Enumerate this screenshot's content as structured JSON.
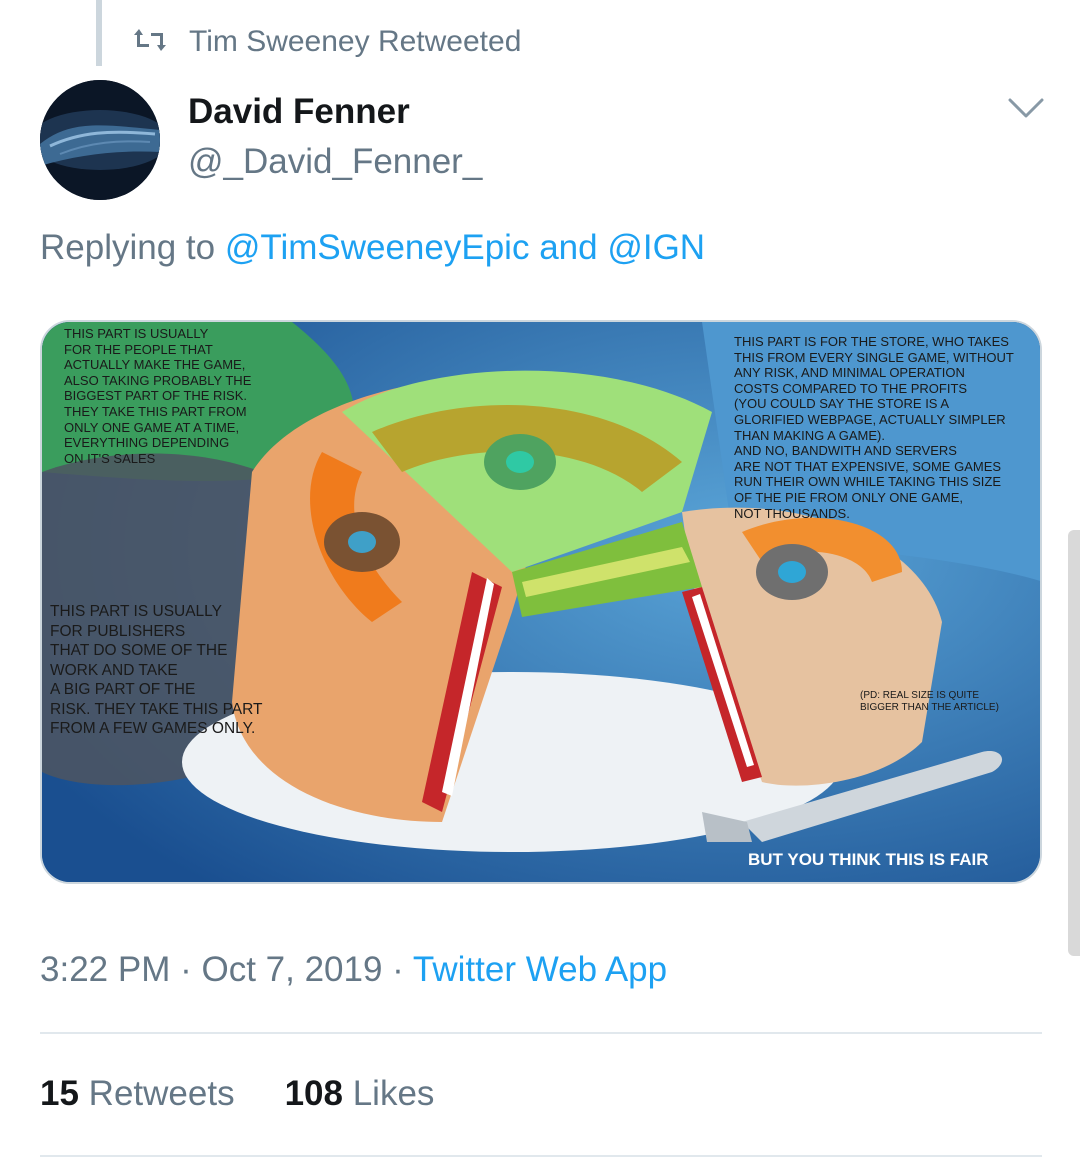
{
  "retweet_banner": {
    "text": "Tim Sweeney Retweeted",
    "icon": "retweet-icon"
  },
  "author": {
    "name": "David Fenner",
    "handle": "@_David_Fenner_",
    "avatar_icon": "avatar"
  },
  "reply_line": {
    "prefix": "Replying to",
    "mention1": "@TimSweeneyEpic",
    "joiner": "and",
    "mention2": "@IGN"
  },
  "media": {
    "text_developers": "THIS PART IS USUALLY\nFOR THE PEOPLE THAT\nACTUALLY MAKE THE GAME,\nALSO TAKING PROBABLY THE\nBIGGEST PART OF THE RISK.\nTHEY TAKE THIS PART FROM\nONLY ONE GAME AT A TIME,\nEVERYTHING DEPENDING\nON IT'S SALES",
    "text_store": "THIS PART IS FOR THE STORE, WHO TAKES\nTHIS FROM EVERY SINGLE GAME, WITHOUT\nANY RISK, AND MINIMAL OPERATION\nCOSTS COMPARED TO THE PROFITS\n(YOU COULD SAY THE STORE IS A\nGLORIFIED WEBPAGE, ACTUALLY SIMPLER\nTHAN MAKING A GAME).\nAND NO, BANDWITH AND SERVERS\nARE NOT THAT EXPENSIVE, SOME GAMES\nRUN THEIR OWN WHILE TAKING THIS SIZE\nOF THE PIE FROM ONLY ONE GAME,\nNOT THOUSANDS.",
    "text_publishers": "THIS PART IS USUALLY\nFOR PUBLISHERS\nTHAT DO SOME OF THE\nWORK AND TAKE\nA BIG PART OF THE\nRISK. THEY TAKE THIS PART\nFROM A FEW GAMES ONLY.",
    "text_note": "(PD: REAL SIZE IS QUITE\nBIGGER THAN THE ARTICLE)",
    "text_caption": "BUT YOU THINK THIS IS FAIR"
  },
  "timestamp": {
    "time": "3:22 PM",
    "sep1": "·",
    "date": "Oct 7, 2019",
    "sep2": "·",
    "client": "Twitter Web App"
  },
  "stats": {
    "retweets_count": "15",
    "retweets_label": "Retweets",
    "likes_count": "108",
    "likes_label": "Likes"
  },
  "colors": {
    "link": "#1da1f2",
    "secondary_text": "#657786",
    "primary_text": "#14171a",
    "divider": "#e1e8ed"
  }
}
